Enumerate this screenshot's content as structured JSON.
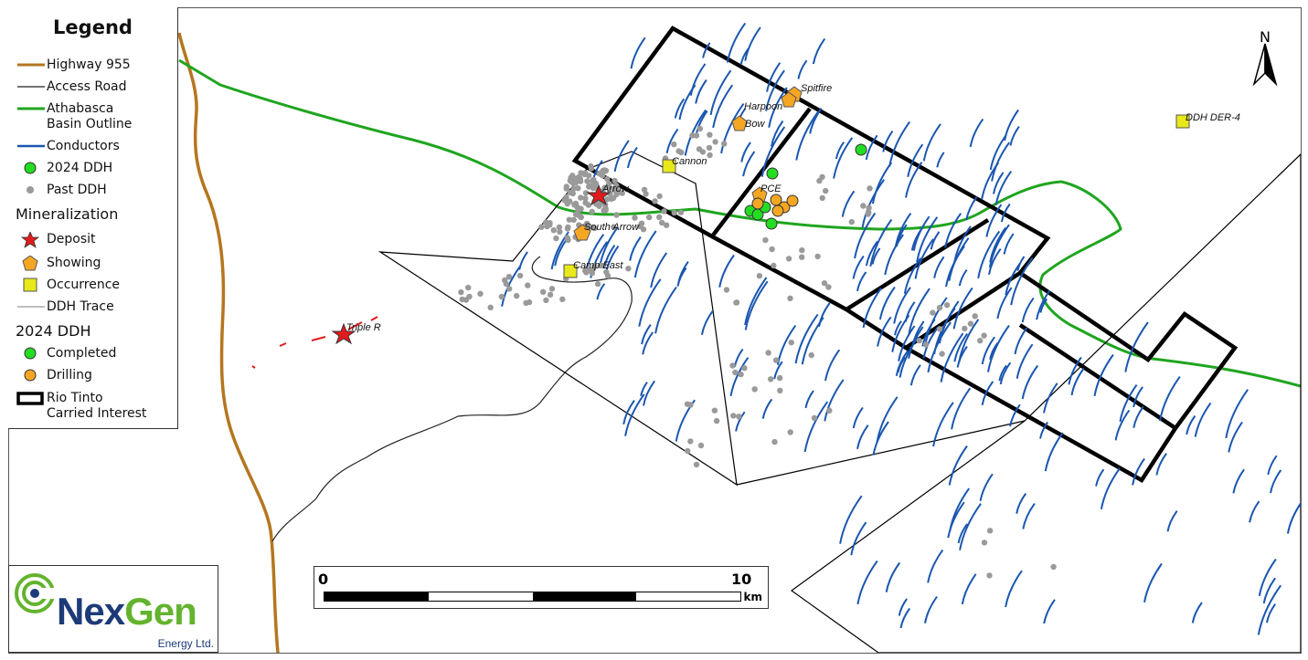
{
  "legend": {
    "title": "Legend",
    "items": [
      {
        "label": "Highway 955",
        "icon": "highway-line"
      },
      {
        "label": "Access Road",
        "icon": "access-road-line"
      },
      {
        "label": "Athabasca Basin Outline",
        "icon": "basin-outline-line"
      },
      {
        "label": "Conductors",
        "icon": "conductor-line"
      },
      {
        "label": "2024 DDH",
        "icon": "green-circle"
      },
      {
        "label": "Past DDH",
        "icon": "grey-dot"
      }
    ],
    "mineralization_heading": "Mineralization",
    "mineralization": [
      {
        "label": "Deposit",
        "icon": "red-star"
      },
      {
        "label": "Showing",
        "icon": "orange-pentagon"
      },
      {
        "label": "Occurrence",
        "icon": "yellow-square"
      },
      {
        "label": "DDH Trace",
        "icon": "grey-line"
      }
    ],
    "ddh2024_heading": "2024 DDH",
    "ddh2024": [
      {
        "label": "Completed",
        "icon": "green-circle"
      },
      {
        "label": "Drilling",
        "icon": "orange-circle"
      }
    ],
    "carried_interest": {
      "label": "Rio Tinto Carried Interest",
      "icon": "black-outline-box"
    }
  },
  "map_labels": {
    "deposits": [
      "Arrow",
      "Triple R"
    ],
    "showings": [
      "Spitfire",
      "Harpoon",
      "Bow",
      "South Arrow",
      "PCE"
    ],
    "occurrences": [
      "Cannon",
      "Camp East",
      "DDH DER-4"
    ]
  },
  "scale_bar": {
    "start": "0",
    "end": "10",
    "unit": "km"
  },
  "north_arrow": {
    "label": "N"
  },
  "logo": {
    "brand_part1": "Nex",
    "brand_part2": "Gen",
    "subtitle": "Energy Ltd."
  },
  "colors": {
    "highway": "#b5761f",
    "access_road": "#222222",
    "basin_outline": "#1fa51f",
    "conductor": "#1a56b0",
    "ddh_2024": "#22dd22",
    "past_ddh": "#9a9a9a",
    "deposit": "#e31a1c",
    "showing": "#f5a623",
    "occurrence": "#e8e81a",
    "carried_interest": "#000000",
    "brand_blue": "#1d3b78",
    "brand_green": "#64b32e"
  }
}
